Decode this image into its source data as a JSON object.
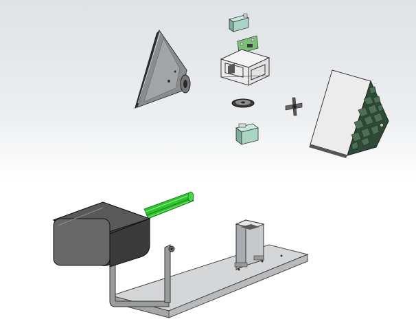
{
  "app": {
    "viewport_label": ""
  },
  "colors": {
    "background_top": "#dfe2e6",
    "background_bottom": "#ffffff",
    "panel_dark": "#2a2a2a",
    "panel_light": "#dcdcdc",
    "cell_green": "#3e5a45",
    "servo_green": "#a9d6c4",
    "board_green": "#7bbf79",
    "rod_green": "#2ec22e",
    "housing_gray": "#555555",
    "plate_gray": "#d4d6d8"
  },
  "parts": [
    {
      "name": "left-triangular-panel"
    },
    {
      "name": "right-solar-panel"
    },
    {
      "name": "top-servo"
    },
    {
      "name": "control-board"
    },
    {
      "name": "servo-bracket-frame"
    },
    {
      "name": "servo-horn-small"
    },
    {
      "name": "gear-wheel"
    },
    {
      "name": "cross-servo-horn"
    },
    {
      "name": "bottom-servo"
    },
    {
      "name": "base-plate"
    },
    {
      "name": "upright-bracket"
    },
    {
      "name": "l-shaped-arm"
    },
    {
      "name": "motor-housing"
    },
    {
      "name": "green-rod-bundle"
    }
  ]
}
